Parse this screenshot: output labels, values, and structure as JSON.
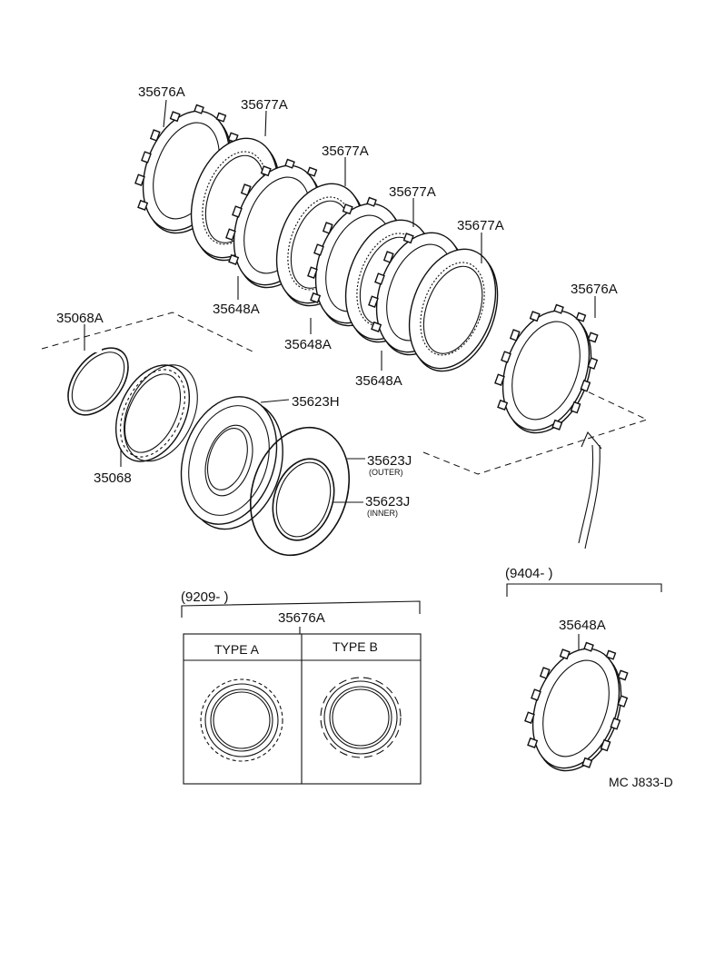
{
  "labels": {
    "p35676a_top": "35676A",
    "p35677a_1": "35677A",
    "p35677a_2": "35677A",
    "p35677a_3": "35677A",
    "p35677a_4": "35677A",
    "p35648a_1": "35648A",
    "p35648a_2": "35648A",
    "p35648a_3": "35648A",
    "p35676a_right": "35676A",
    "p35068a": "35068A",
    "p35068": "35068",
    "p35623h": "35623H",
    "p35623j_outer": "35623J",
    "outer_note": "(OUTER)",
    "p35623j_inner": "35623J",
    "inner_note": "(INNER)"
  },
  "variant_table": {
    "date_range": "(9209-        )",
    "part": "35676A",
    "type_a": "TYPE A",
    "type_b": "TYPE B"
  },
  "later_part": {
    "date_range": "(9404-        )",
    "part": "35648A"
  },
  "footer_code": "MC J833-D"
}
